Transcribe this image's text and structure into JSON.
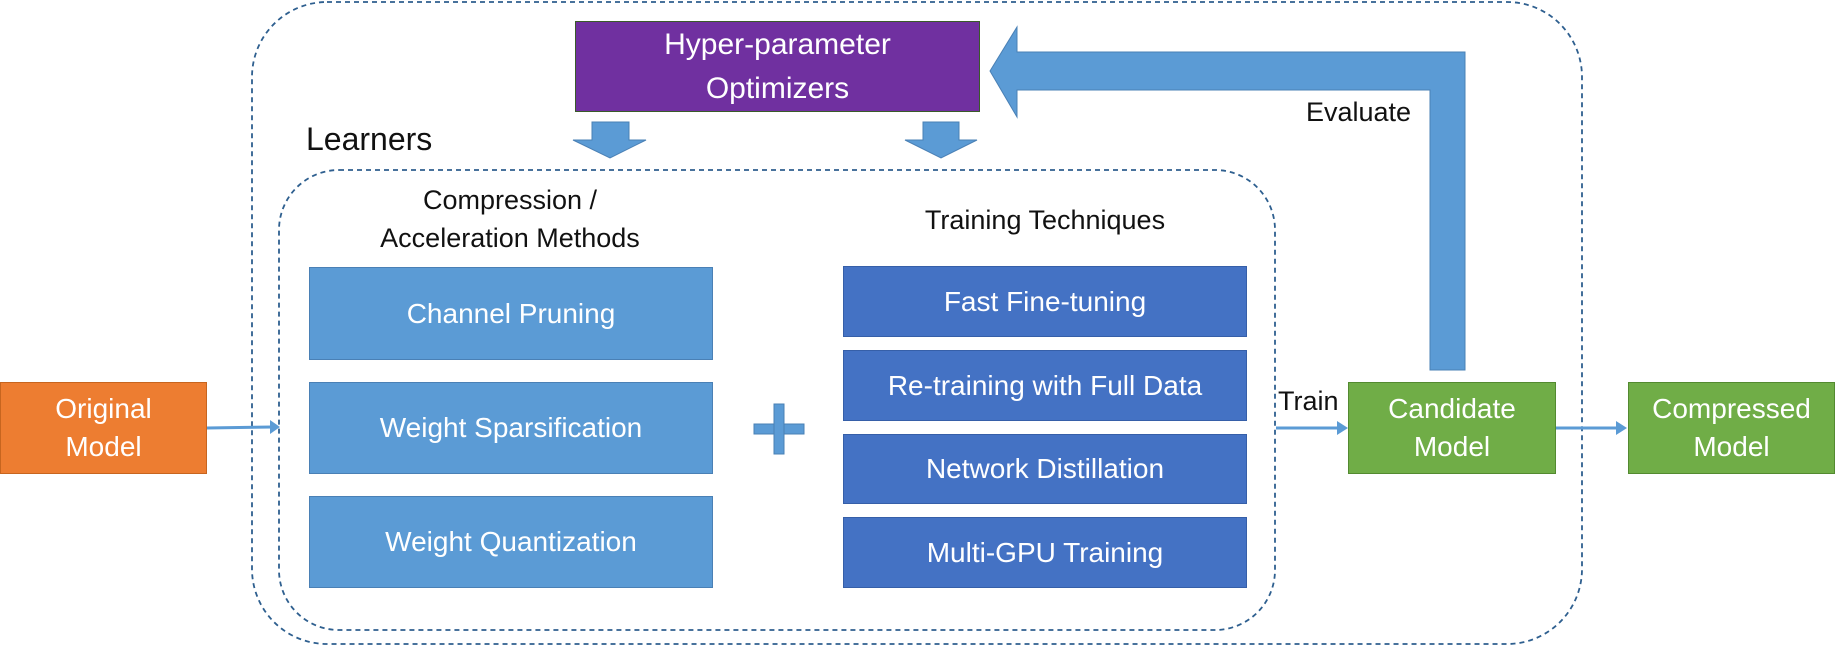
{
  "optimizer": {
    "label": "Hyper-parameter\nOptimizers"
  },
  "learners": {
    "title": "Learners"
  },
  "compression": {
    "title": "Compression /\nAcceleration Methods",
    "items": [
      "Channel Pruning",
      "Weight Sparsification",
      "Weight Quantization"
    ]
  },
  "training": {
    "title": "Training Techniques",
    "items": [
      "Fast Fine-tuning",
      "Re-training with Full Data",
      "Network Distillation",
      "Multi-GPU Training"
    ]
  },
  "original_model": {
    "label": "Original\nModel"
  },
  "candidate_model": {
    "label": "Candidate\nModel"
  },
  "compressed_model": {
    "label": "Compressed\nModel"
  },
  "edges": {
    "train": "Train",
    "evaluate": "Evaluate"
  },
  "colors": {
    "method_fill": "#5b9bd5",
    "technique_fill": "#4472c4",
    "original_fill": "#ed7d31",
    "model_fill": "#70ad47",
    "optimizer_fill": "#7030a0",
    "arrow_fill": "#5b9bd5",
    "dashed_border": "#2e5f8f"
  }
}
